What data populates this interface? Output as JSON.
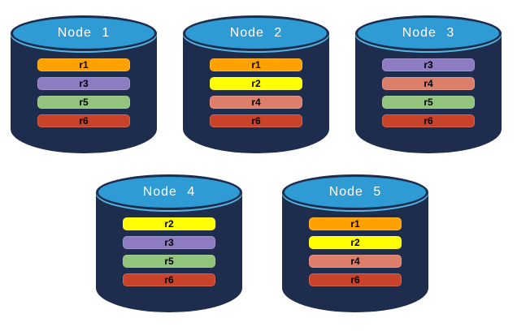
{
  "diagram": {
    "background": "#FFFFFF",
    "colors": {
      "cylinder_body": "#1E2C4E",
      "cylinder_top": "#2E9BD5",
      "cylinder_top_highlight": "#55B6E2",
      "node_label_text": "#FFFFFF",
      "replica_label_text": "#000000"
    },
    "replica_colors": {
      "r1": "#FFA200",
      "r2": "#FFFF00",
      "r3": "#8E7CC3",
      "r4": "#DD7E6B",
      "r5": "#93C47D",
      "r6": "#C8432A"
    },
    "nodes": [
      {
        "label": "Node 1",
        "replicas": [
          {
            "id": "r1"
          },
          {
            "id": "r3"
          },
          {
            "id": "r5"
          },
          {
            "id": "r6"
          }
        ]
      },
      {
        "label": "Node 2",
        "replicas": [
          {
            "id": "r1"
          },
          {
            "id": "r2"
          },
          {
            "id": "r4"
          },
          {
            "id": "r6"
          }
        ]
      },
      {
        "label": "Node 3",
        "replicas": [
          {
            "id": "r3"
          },
          {
            "id": "r4"
          },
          {
            "id": "r5"
          },
          {
            "id": "r6"
          }
        ]
      },
      {
        "label": "Node 4",
        "replicas": [
          {
            "id": "r2"
          },
          {
            "id": "r3"
          },
          {
            "id": "r5"
          },
          {
            "id": "r6"
          }
        ]
      },
      {
        "label": "Node 5",
        "replicas": [
          {
            "id": "r1"
          },
          {
            "id": "r2"
          },
          {
            "id": "r4"
          },
          {
            "id": "r6"
          }
        ]
      }
    ]
  }
}
